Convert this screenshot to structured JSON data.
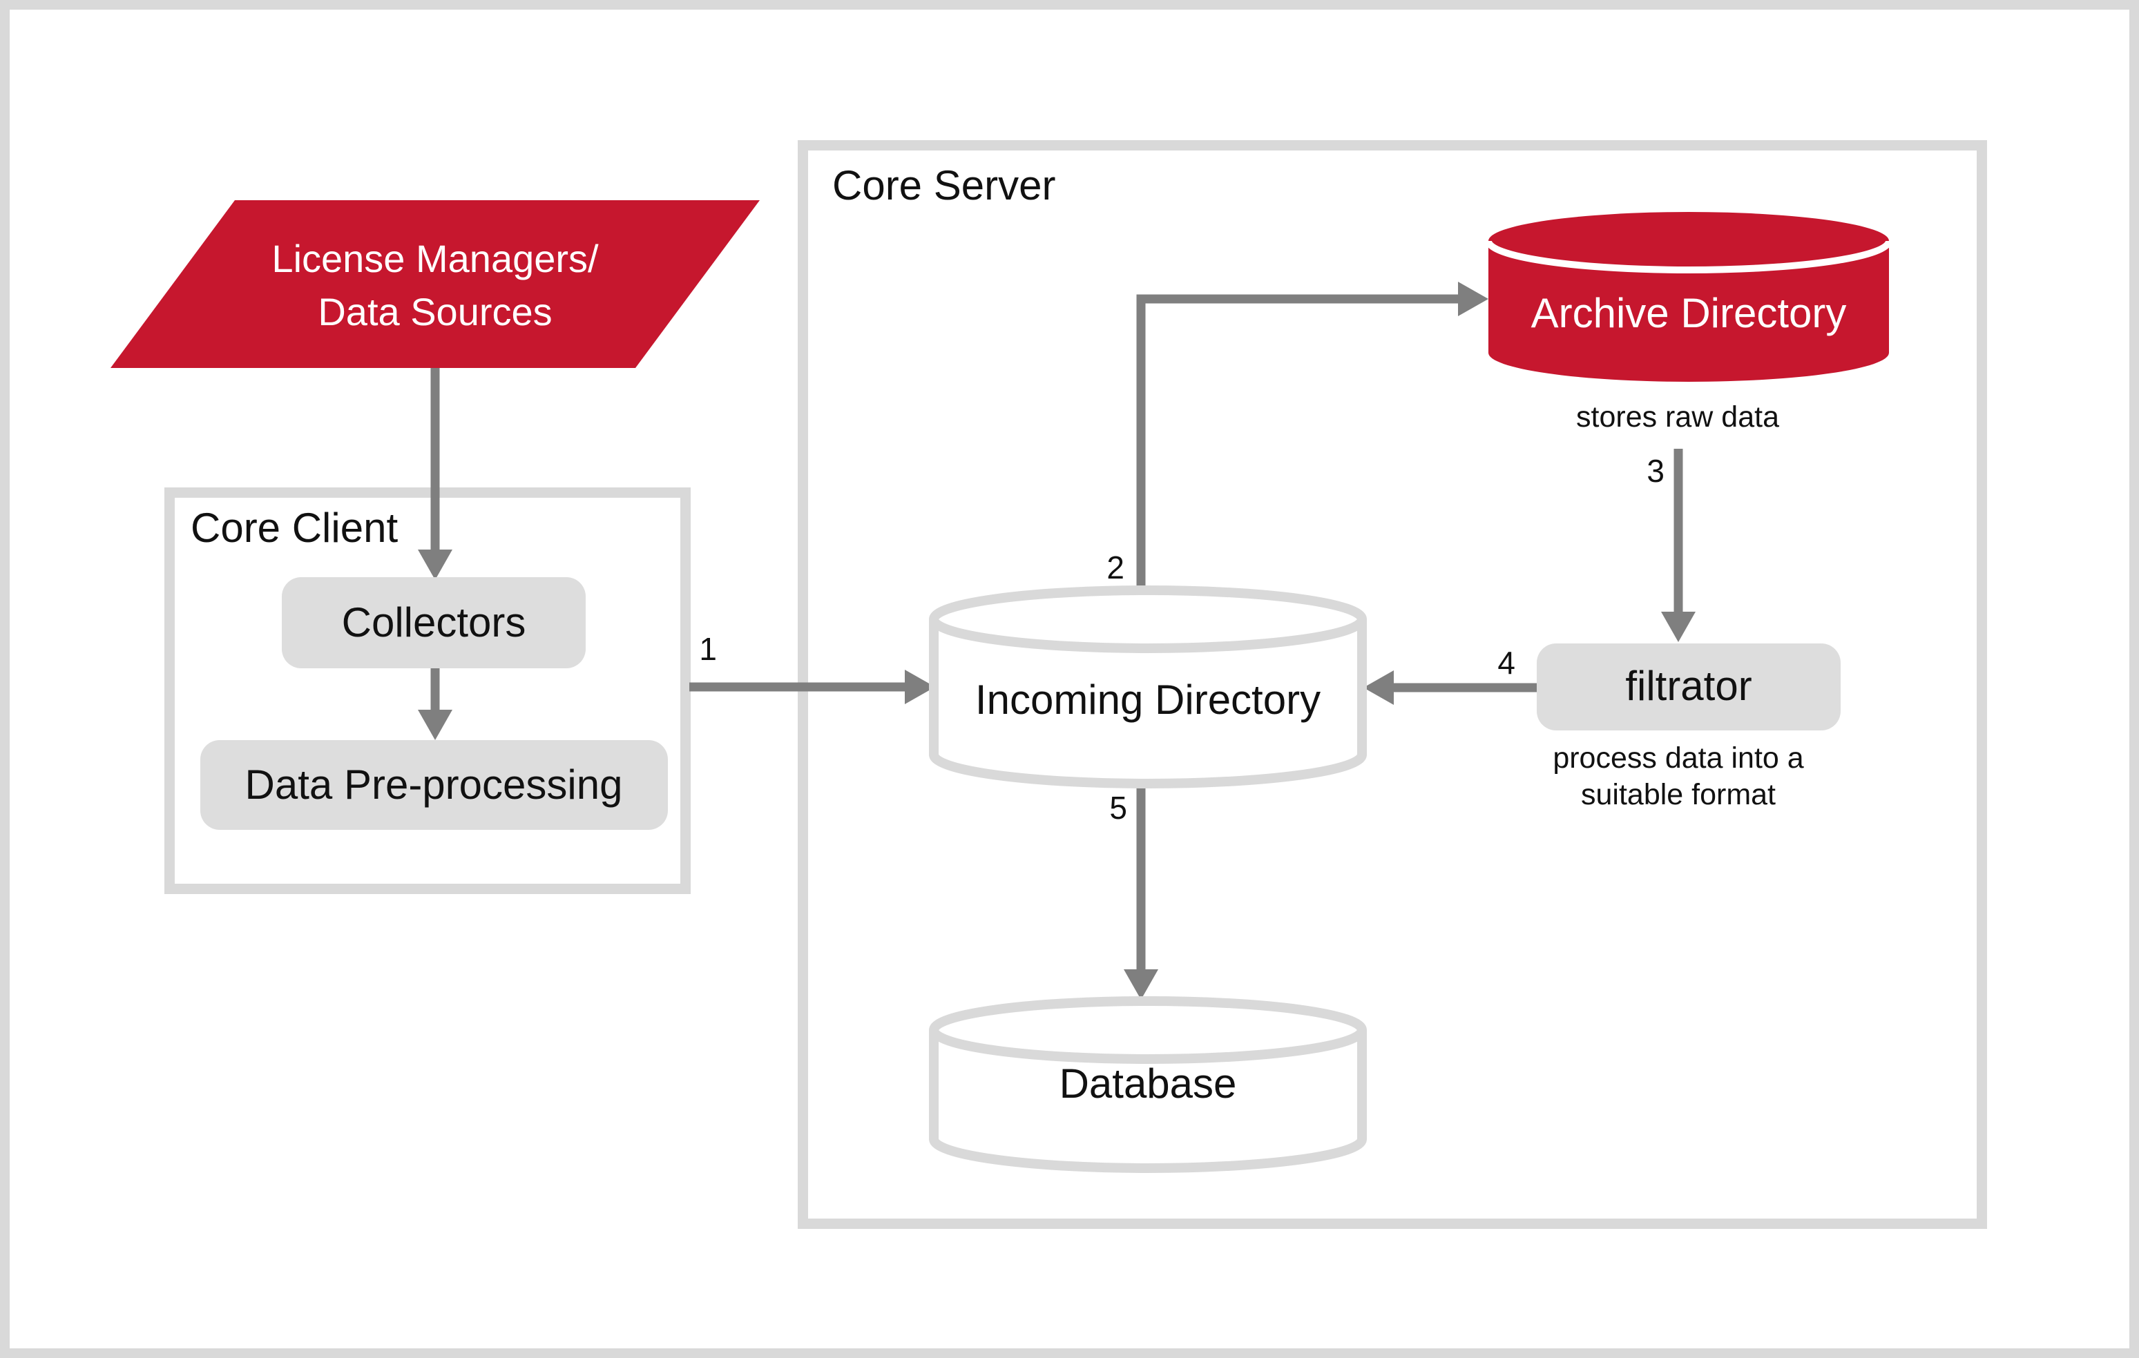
{
  "diagram": {
    "groups": {
      "core_client": {
        "label": "Core Client"
      },
      "core_server": {
        "label": "Core Server"
      }
    },
    "nodes": {
      "license_managers": {
        "label_line1": "License Managers/",
        "label_line2": "Data Sources"
      },
      "collectors": {
        "label": "Collectors"
      },
      "data_preprocessing": {
        "label": "Data Pre-processing"
      },
      "incoming_directory": {
        "label": "Incoming Directory"
      },
      "archive_directory": {
        "label": "Archive Directory",
        "caption": "stores raw data"
      },
      "filtrator": {
        "label": "filtrator",
        "caption_line1": "process data into a",
        "caption_line2": "suitable format"
      },
      "database": {
        "label": "Database"
      }
    },
    "edge_labels": {
      "step1": "1",
      "step2": "2",
      "step3": "3",
      "step4": "4",
      "step5": "5"
    },
    "colors": {
      "accent_red": "#C6172E",
      "arrow_gray": "#7F7F7F",
      "node_fill_gray": "#DDDDDD",
      "border_gray": "#D9D9D9",
      "text_dark": "#111111",
      "text_white": "#FFFFFF"
    }
  }
}
